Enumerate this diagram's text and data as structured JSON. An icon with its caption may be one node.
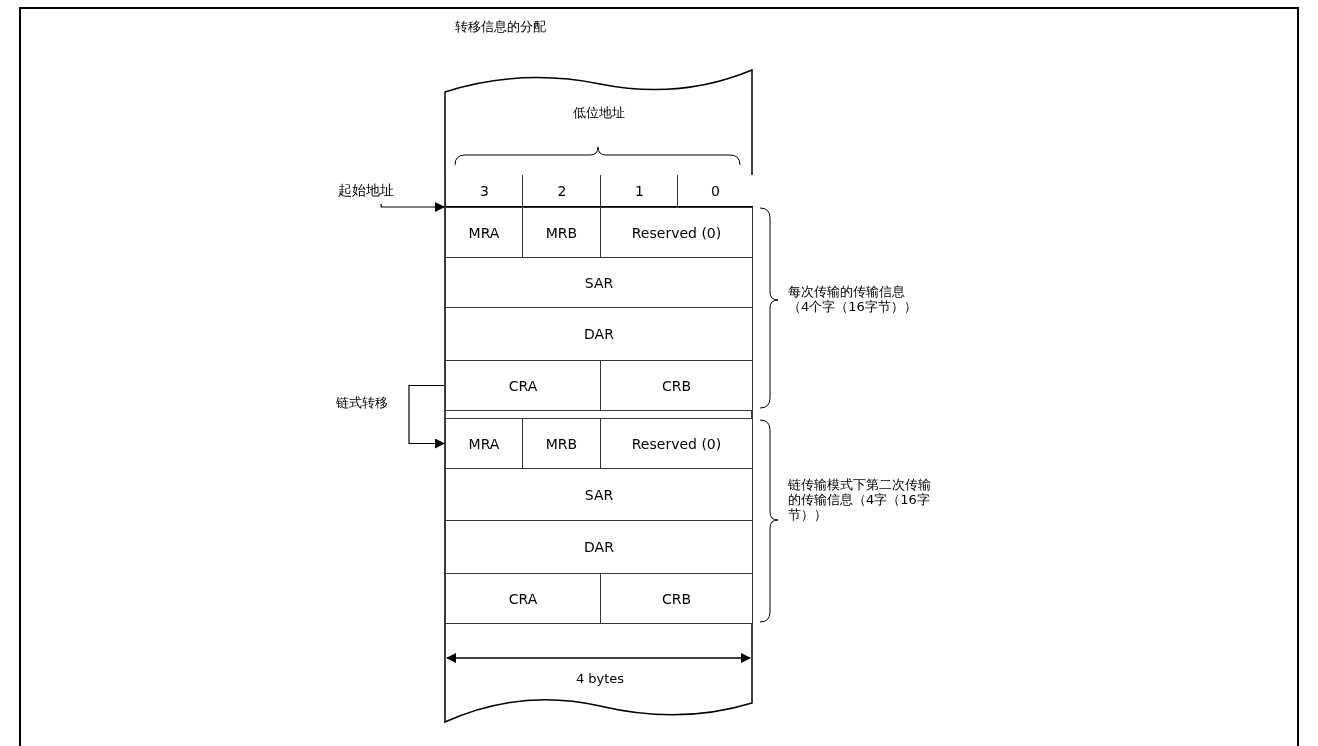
{
  "diagram": {
    "title": "转移信息的分配",
    "nodes": [
      {
        "text": [
          "起始地址"
        ]
      },
      {
        "text": [
          "3"
        ]
      },
      {
        "text": [
          "2"
        ]
      },
      {
        "text": [
          "1"
        ]
      },
      {
        "text": [
          "0"
        ]
      },
      {
        "text": [
          "MRA"
        ]
      },
      {
        "text": [
          "MRB"
        ]
      },
      {
        "text": [
          "Reserved (0)"
        ]
      },
      {
        "text": [
          "SAR"
        ]
      },
      {
        "text": [
          "DAR"
        ]
      },
      {
        "text": [
          "CRA"
        ]
      },
      {
        "text": [
          "CRB"
        ]
      },
      {
        "text": [
          "MRA"
        ]
      },
      {
        "text": [
          "MRB"
        ]
      },
      {
        "text": [
          "Reserved (0)"
        ]
      },
      {
        "text": [
          "SAR"
        ]
      },
      {
        "text": [
          "DAR"
        ]
      },
      {
        "text": [
          "CRA"
        ]
      },
      {
        "text": [
          "CRB"
        ]
      }
    ],
    "edges": [
      {
        "from": 0,
        "to": 5,
        "arrow": "to"
      },
      {
        "from": 10,
        "to": 12,
        "arrow": "to",
        "label": "链式转移"
      }
    ],
    "labels": [
      "低位地址",
      "每次传输的传输信息（4个字（16字节））",
      "链传输模式下第二次传输的传输信息（4字（16字节））",
      "4 bytes"
    ]
  }
}
